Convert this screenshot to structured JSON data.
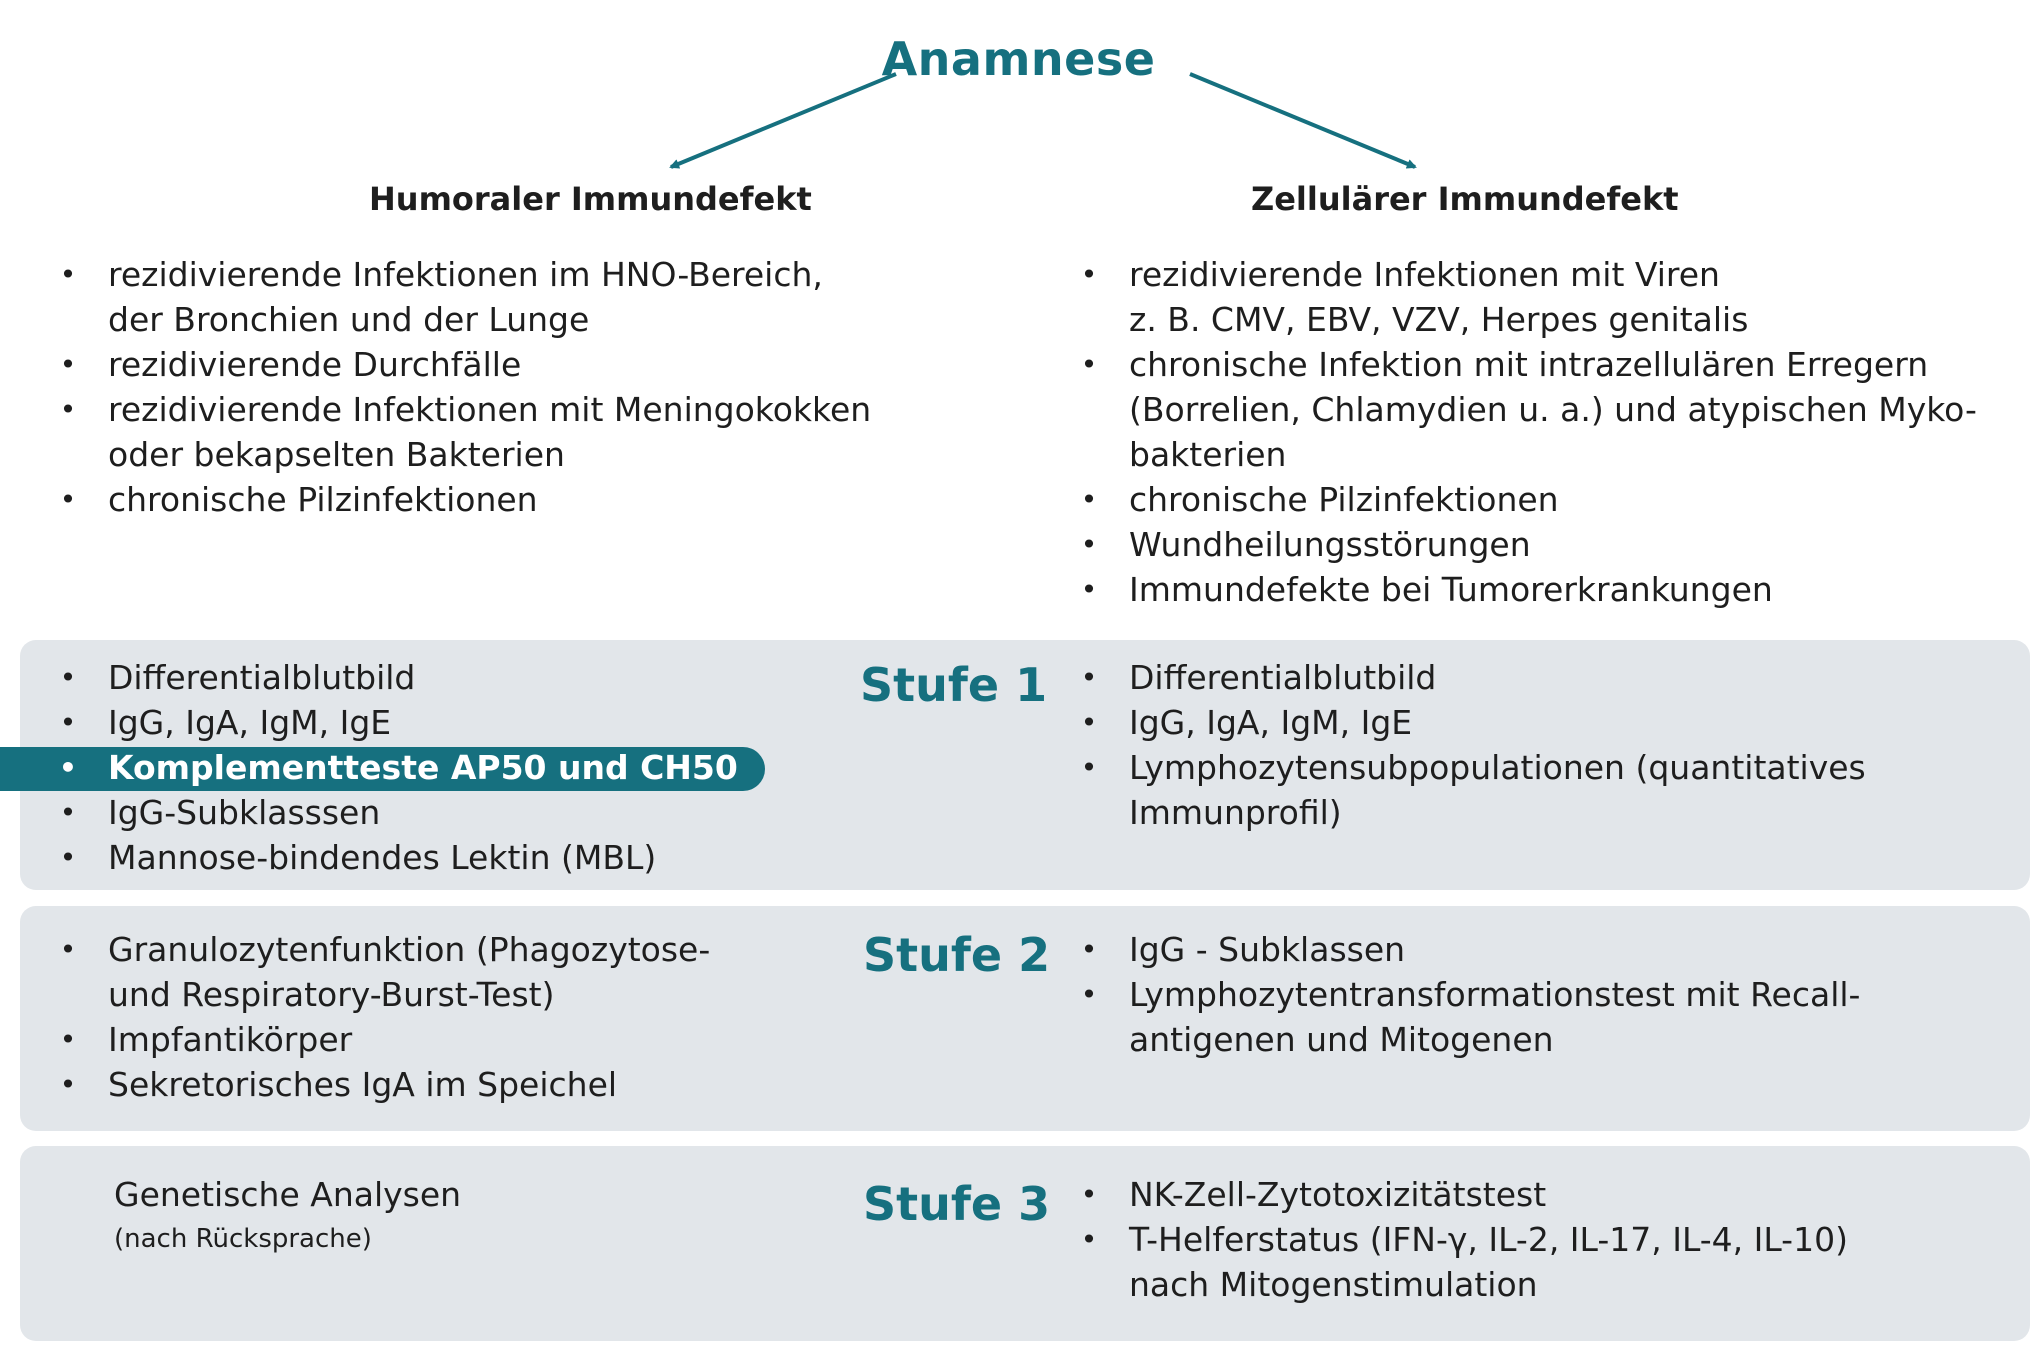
{
  "title": "Anamnese",
  "columns": {
    "left": {
      "heading": "Humoraler Immundefekt",
      "symptoms": [
        "rezidivierende Infektionen im HNO-Bereich,",
        "der Bronchien und der Lunge",
        "rezidivierende Durchfälle",
        "rezidivierende Infektionen mit Meningokokken",
        "oder bekapselten Bakterien",
        "chronische Pilzinfektionen"
      ]
    },
    "right": {
      "heading": "Zellulärer Immundefekt",
      "symptoms": [
        "rezidivierende Infektionen mit Viren",
        "z. B. CMV, EBV, VZV, Herpes genitalis",
        "chronische Infektion mit intrazellulären Erregern",
        "(Borrelien, Chlamydien u. a.) und atypischen Myko-",
        "bakterien",
        "chronische Pilzinfektionen",
        "Wundheilungsstörungen",
        "Immundefekte bei Tumorerkrankungen"
      ]
    }
  },
  "stages": [
    {
      "label": "Stufe 1",
      "left": [
        "Differentialblutbild",
        "IgG, IgA, IgM, IgE",
        "Komplementteste AP50 und CH50",
        "IgG-Subklasssen",
        "Mannose-bindendes Lektin (MBL)"
      ],
      "right": [
        "Differentialblutbild",
        "IgG, IgA, IgM, IgE",
        "Lymphozytensubpopulationen (quantitatives",
        "Immunprofil)"
      ]
    },
    {
      "label": "Stufe 2",
      "left": [
        "Granulozytenfunktion (Phagozytose-",
        "und Respiratory-Burst-Test)",
        "Impfantikörper",
        "Sekretorisches IgA im Speichel"
      ],
      "right": [
        "IgG - Subklassen",
        "Lymphozytentransformationstest mit Recall-",
        "antigenen und Mitogenen"
      ]
    },
    {
      "label": "Stufe 3",
      "left_text": "Genetische Analysen",
      "left_note": "(nach Rücksprache)",
      "right": [
        "NK-Zell-Zytotoxizitätstest",
        "T-Helferstatus (IFN-γ, IL-2, IL-17, IL-4, IL-10)",
        "nach Mitogenstimulation"
      ]
    }
  ],
  "colors": {
    "accent": "#16707f",
    "panel": "#e2e6ea",
    "text": "#1e1e1e"
  }
}
